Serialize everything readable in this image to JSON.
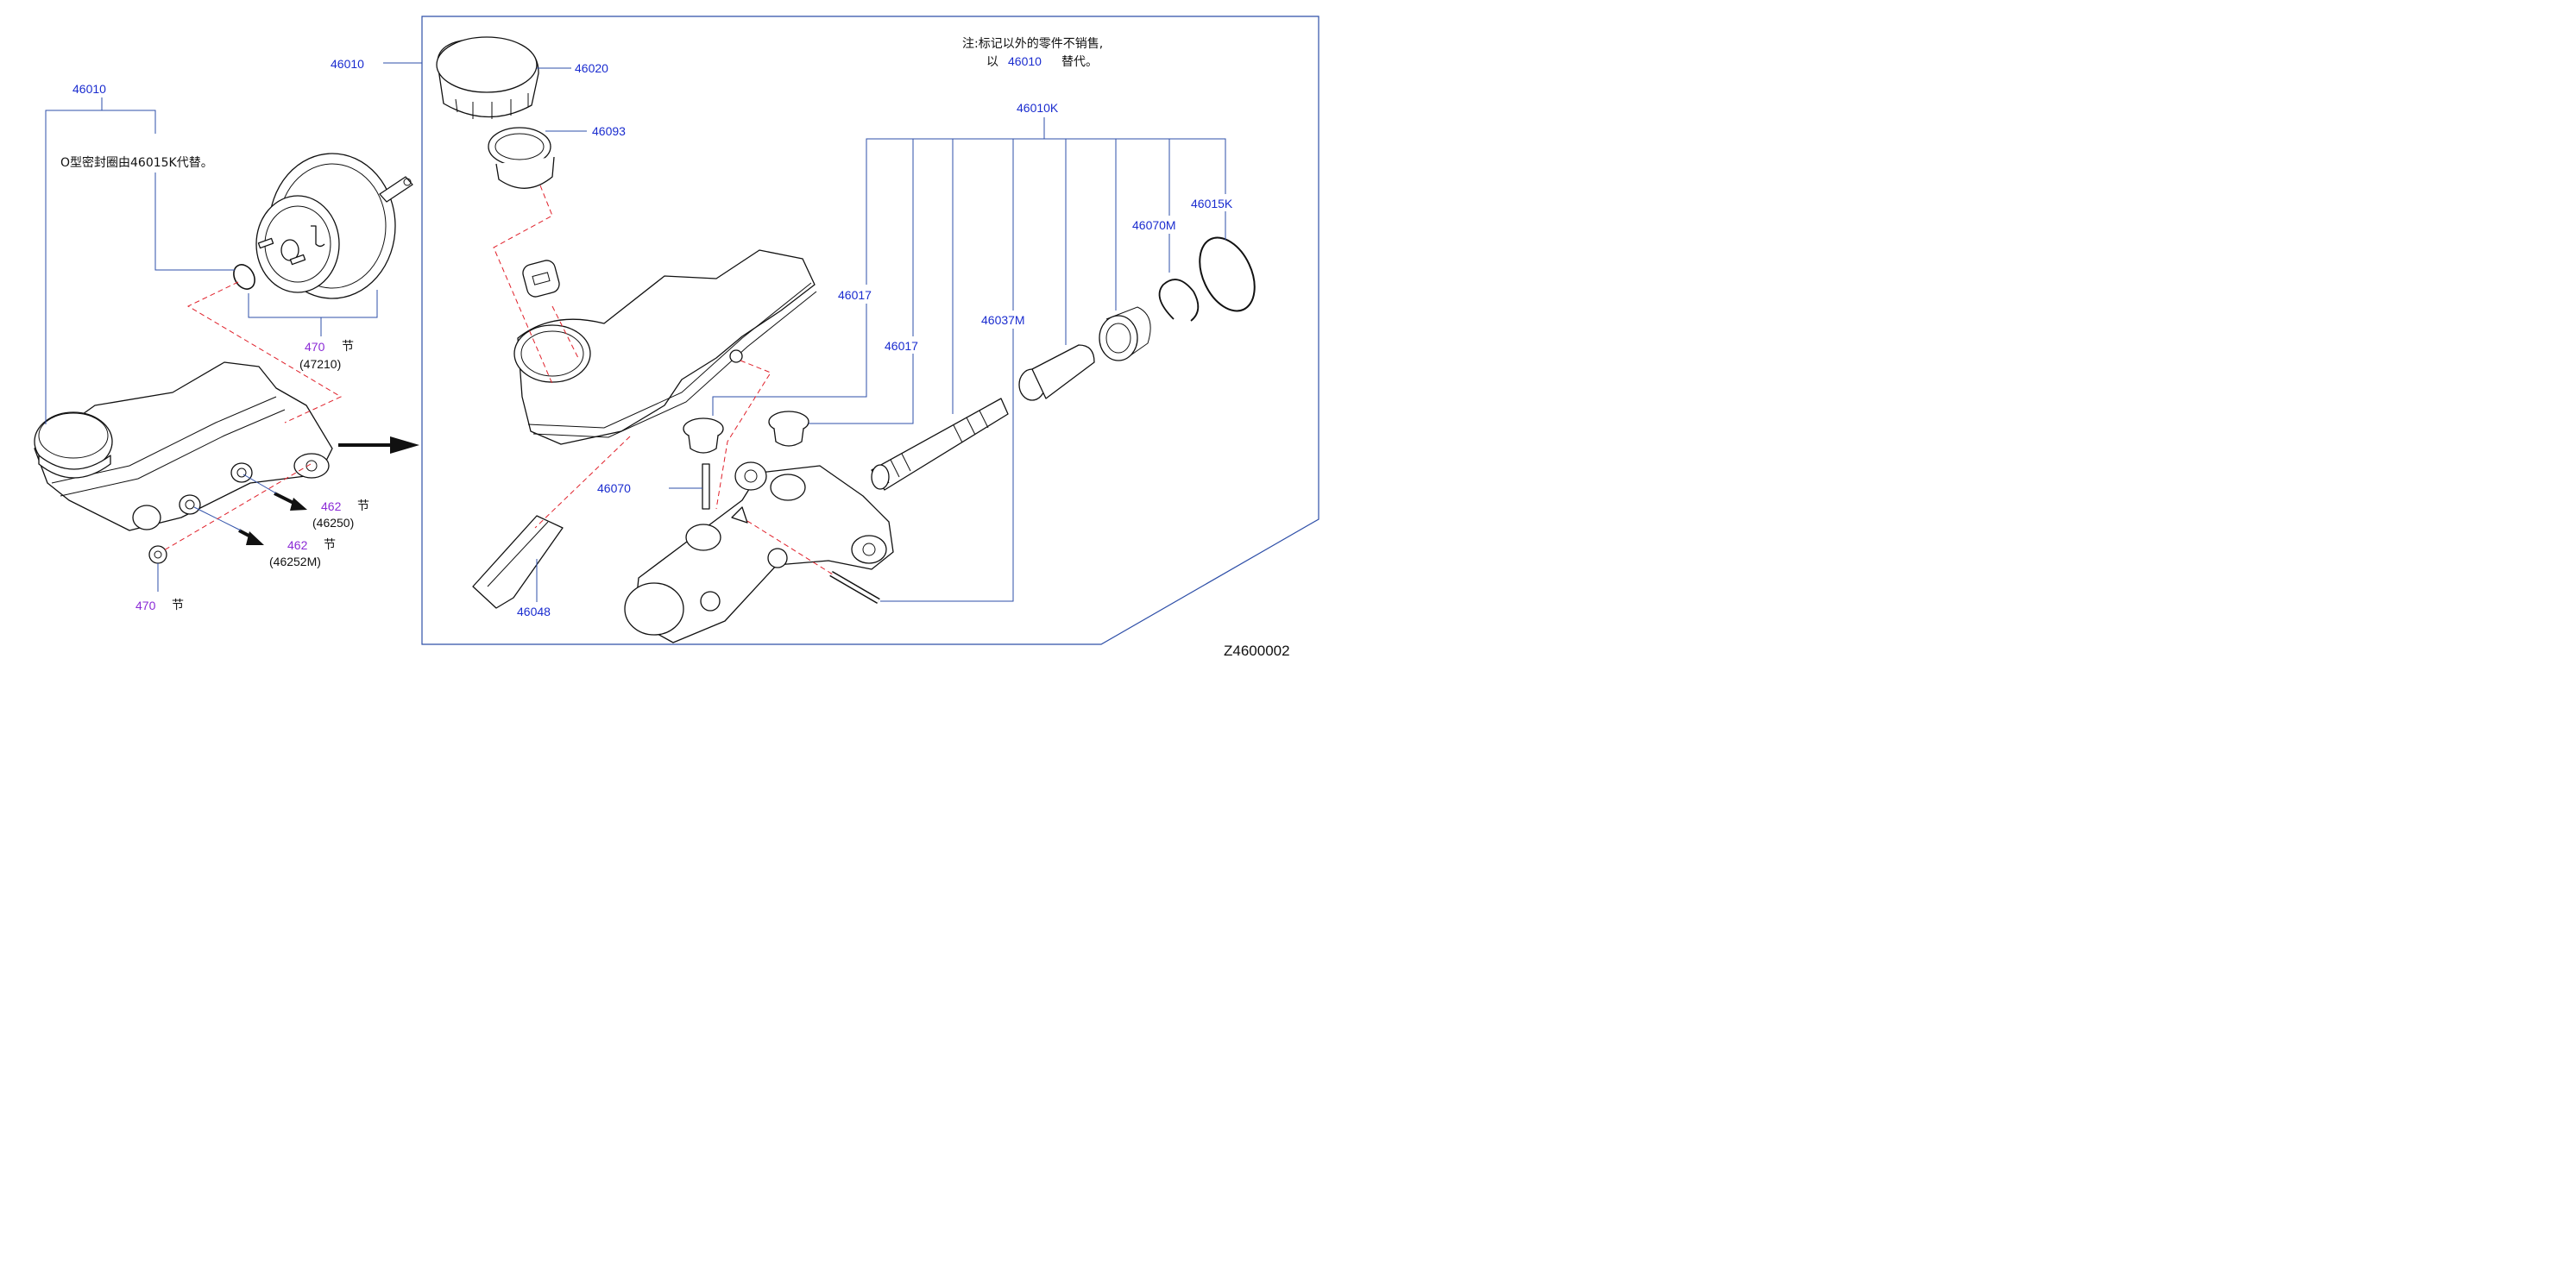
{
  "diagram_code": "Z4600002",
  "note": {
    "line1": "注:标记以外的零件不销售,",
    "line2_prefix": "以",
    "line2_part": "46010",
    "line2_suffix": "替代。"
  },
  "o_ring_note": "O型密封圈由46015K代替。",
  "section_word": "节",
  "labels": {
    "left_assembly": "46010",
    "frame_assembly": "46010",
    "cap": "46020",
    "strainer": "46093",
    "kit": "46010K",
    "o_ring": "46015K",
    "snap_ring": "46070M",
    "grommet_a": "46017",
    "grommet_b": "46017",
    "piston_kit": "46037M",
    "pin": "46070",
    "sensor": "46048",
    "booster_ref": "470",
    "booster_code": "(47210)",
    "tube_ref_a": "462",
    "tube_code_a": "(46250)",
    "tube_ref_b": "462",
    "tube_code_b": "(46252M)",
    "nut_ref": "470"
  },
  "colors": {
    "part_number": "#1a2ccf",
    "section_ref": "#8b2bd6",
    "leader_line": "#2e4fa8",
    "dashed_path": "#e0202a"
  }
}
